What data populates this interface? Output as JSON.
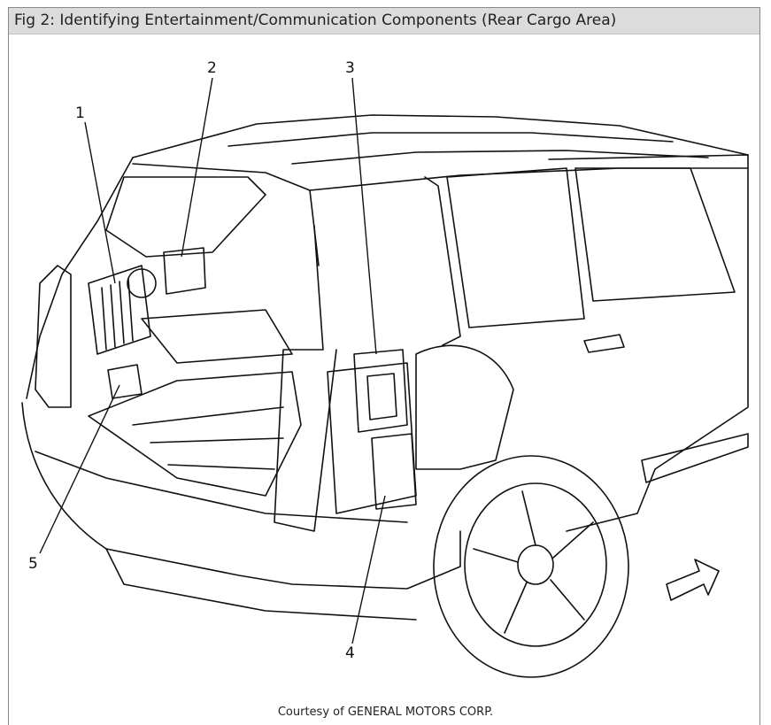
{
  "figure": {
    "title": "Fig 2: Identifying Entertainment/Communication Components (Rear Cargo Area)",
    "credit": "Courtesy of GENERAL MOTORS CORP.",
    "callouts": [
      "1",
      "2",
      "3",
      "4",
      "5"
    ],
    "line_color": "#111111",
    "title_bar_color": "#dcdcdc"
  }
}
